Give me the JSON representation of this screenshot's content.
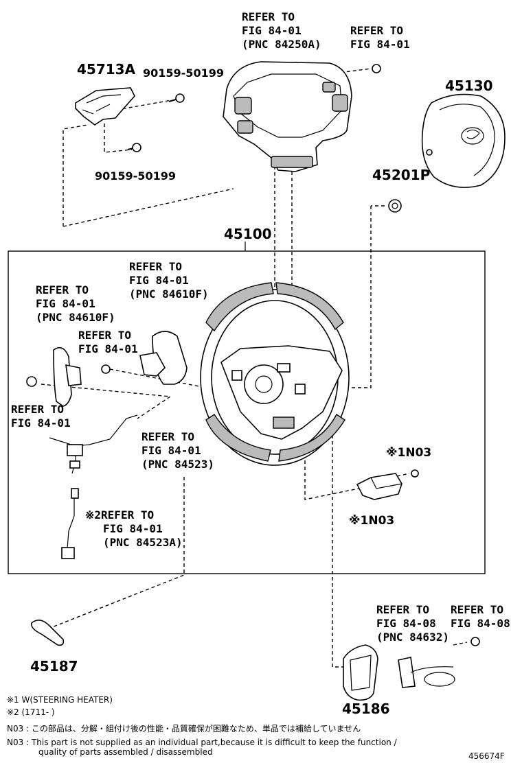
{
  "parts": {
    "p45713a": "45713A",
    "p90159_top": "90159-50199",
    "p90159_bottom": "90159-50199",
    "p45130": "45130",
    "p45201p": "45201P",
    "p45100": "45100",
    "p45187": "45187",
    "p45186": "45186",
    "n03_top": "※1N03",
    "n03_bottom": "※1N03"
  },
  "refs": {
    "top_center": [
      "REFER TO",
      "FIG 84-01",
      "(PNC 84250A)"
    ],
    "top_right": [
      "REFER TO",
      "FIG 84-01"
    ],
    "mid_center": [
      "REFER TO",
      "FIG 84-01",
      "(PNC 84610F)"
    ],
    "left_upper": [
      "REFER TO",
      "FIG 84-01",
      "(PNC 84610F)"
    ],
    "left_mid": [
      "REFER TO",
      "FIG 84-01"
    ],
    "left_lower": [
      "REFER TO",
      "FIG 84-01"
    ],
    "harness": [
      "REFER TO",
      "FIG 84-01",
      "(PNC 84523)"
    ],
    "harness2": [
      "※2REFER TO",
      "FIG 84-01",
      "(PNC 84523A)"
    ],
    "bottom_a": [
      "REFER TO",
      "FIG 84-08",
      "(PNC 84632)"
    ],
    "bottom_b": [
      "REFER TO",
      "FIG 84-08"
    ]
  },
  "notes": {
    "n1": "※1 W(STEERING HEATER)",
    "n2": "※2 (1711-      )",
    "n03_jp": "N03 :  この部品は、分解・組付け後の性能・品質確保が困難なため、単品では補給していません",
    "n03_en_1": "N03 :  This part is not supplied as an individual part,because it is difficult to keep the function /",
    "n03_en_2": "quality of parts assembled / disassembled"
  },
  "figure_code": "456674F"
}
